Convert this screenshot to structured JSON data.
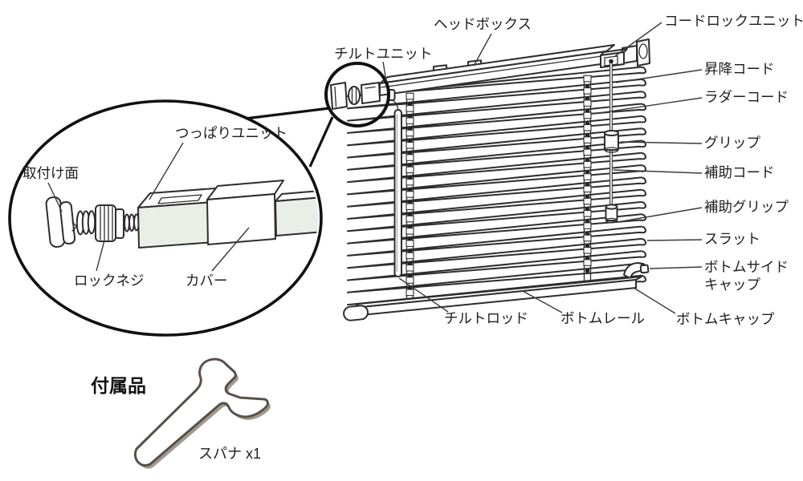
{
  "labels": {
    "headbox": "ヘッドボックス",
    "cord_lock_unit": "コードロックユニット",
    "tilt_unit": "チルトユニット",
    "lift_cord": "昇降コード",
    "ladder_cord": "ラダーコード",
    "grip": "グリップ",
    "aux_cord": "補助コード",
    "aux_grip": "補助グリップ",
    "slat": "スラット",
    "bottom_side_cap_line1": "ボトムサイド",
    "bottom_side_cap_line2": "キャップ",
    "bottom_cap": "ボトムキャップ",
    "tilt_rod": "チルトロッド",
    "bottom_rail": "ボトムレール",
    "tension_unit": "つっぱりユニット",
    "mount_face": "取付け面",
    "lock_screw": "ロックネジ",
    "cover": "カバー"
  },
  "accessory": {
    "title": "付属品",
    "spanner": "スパナ x1"
  },
  "icons": {
    "spanner": "open-end-wrench-icon"
  },
  "colors": {
    "line": "#2d2d2d",
    "text": "#1e1e1e",
    "fill_tint": "#e9efe6",
    "bracket_hole": "#c9c9c9",
    "wrench_outline": "#57504a",
    "wrench_shadow": "#a39a8e",
    "background": "#ffffff"
  }
}
